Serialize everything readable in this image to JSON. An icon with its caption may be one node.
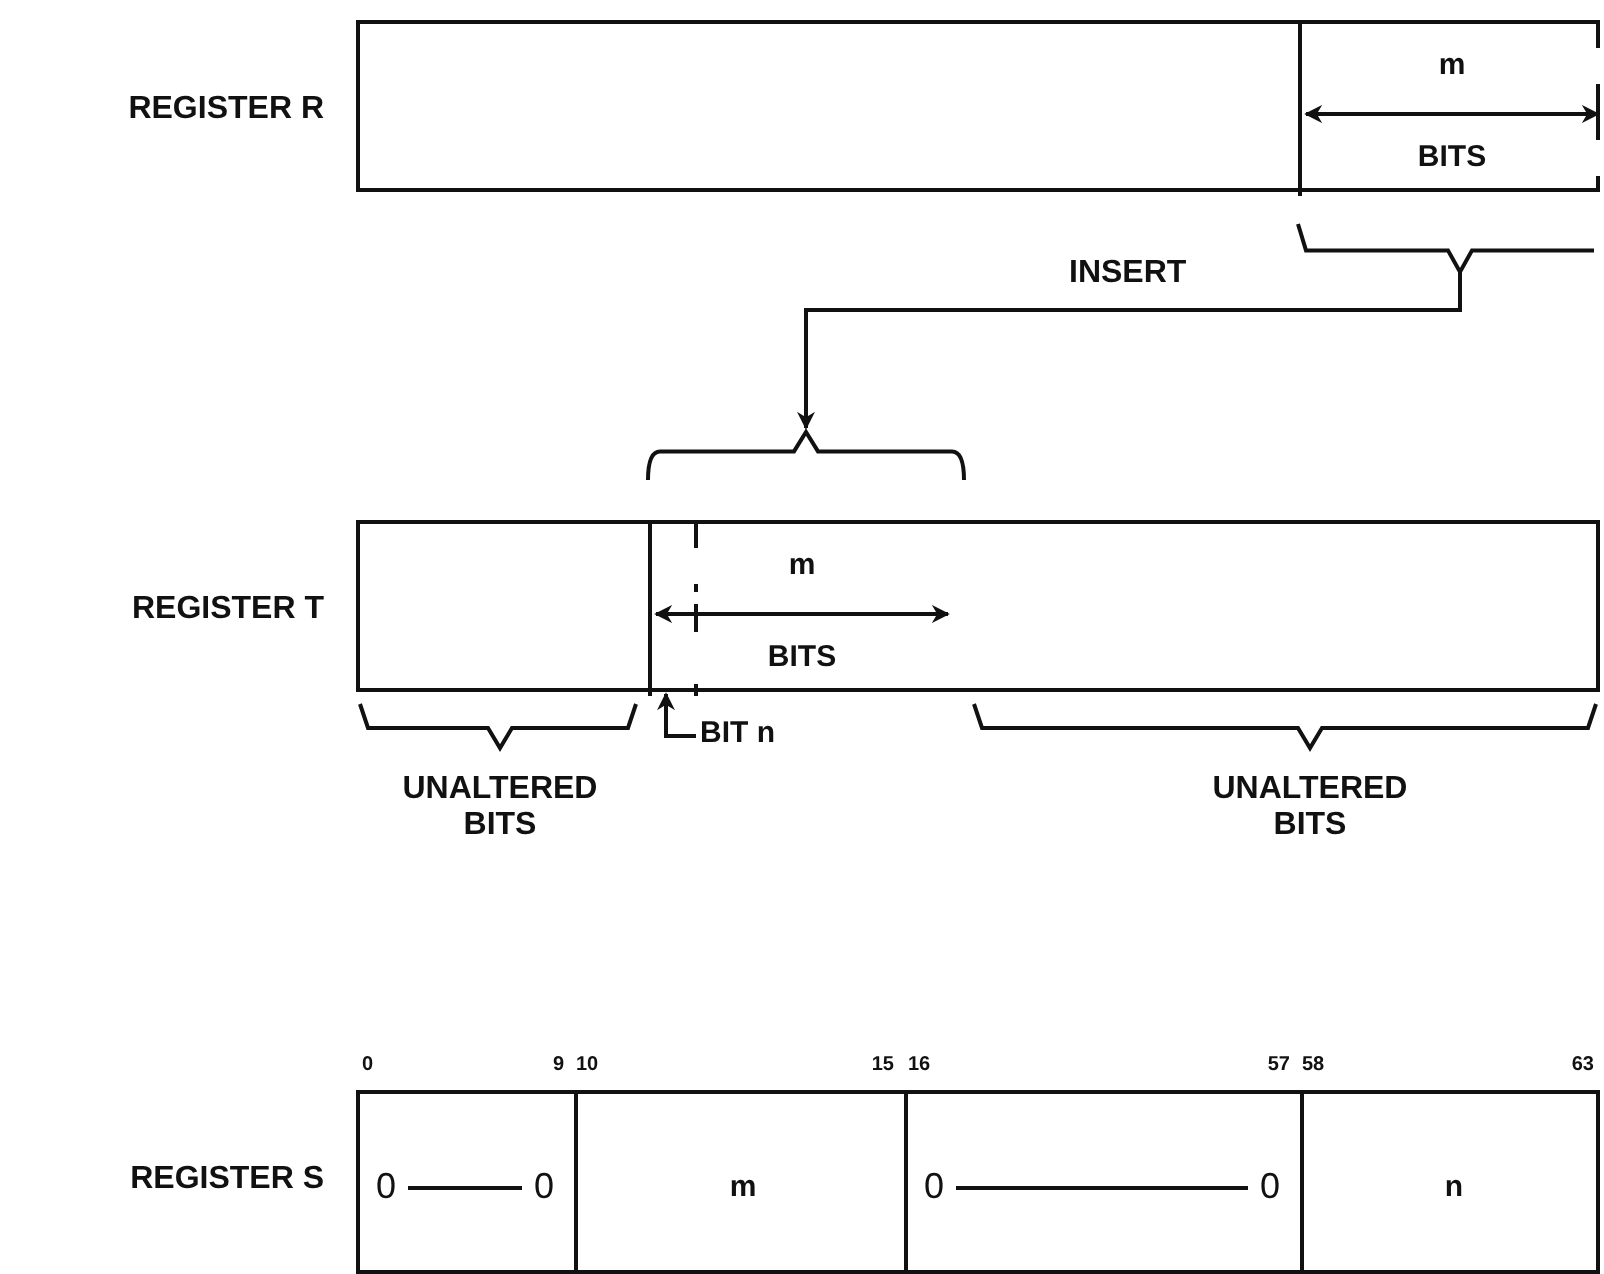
{
  "diagram": {
    "nodes": [
      {
        "text": [
          "REGISTER R"
        ]
      },
      {
        "text": [
          "m",
          "BITS"
        ],
        "in": 0
      },
      {
        "text": [],
        "shape": "brace"
      },
      {
        "text": [],
        "shape": "brace"
      },
      {
        "text": [
          "REGISTER T"
        ]
      },
      {
        "text": [
          "m",
          "BITS"
        ],
        "in": 4
      },
      {
        "text": [
          "BIT n"
        ]
      },
      {
        "text": [
          "REGISTER S"
        ]
      },
      {
        "text": [
          "0",
          "0"
        ],
        "in": 7
      },
      {
        "text": [
          "m"
        ],
        "in": 7
      },
      {
        "text": [
          "0",
          "0"
        ],
        "in": 7
      },
      {
        "text": [
          "n"
        ],
        "in": 7
      }
    ],
    "edges": [
      {
        "from": 2,
        "to": 3,
        "arrow": "to",
        "label": "INSERT"
      },
      {
        "from": 6,
        "to": 5,
        "arrow": "to"
      }
    ],
    "labels": [
      "UNALTERED BITS",
      "UNALTERED BITS",
      "0",
      "9",
      "10",
      "15",
      "16",
      "57",
      "58",
      "63"
    ]
  }
}
